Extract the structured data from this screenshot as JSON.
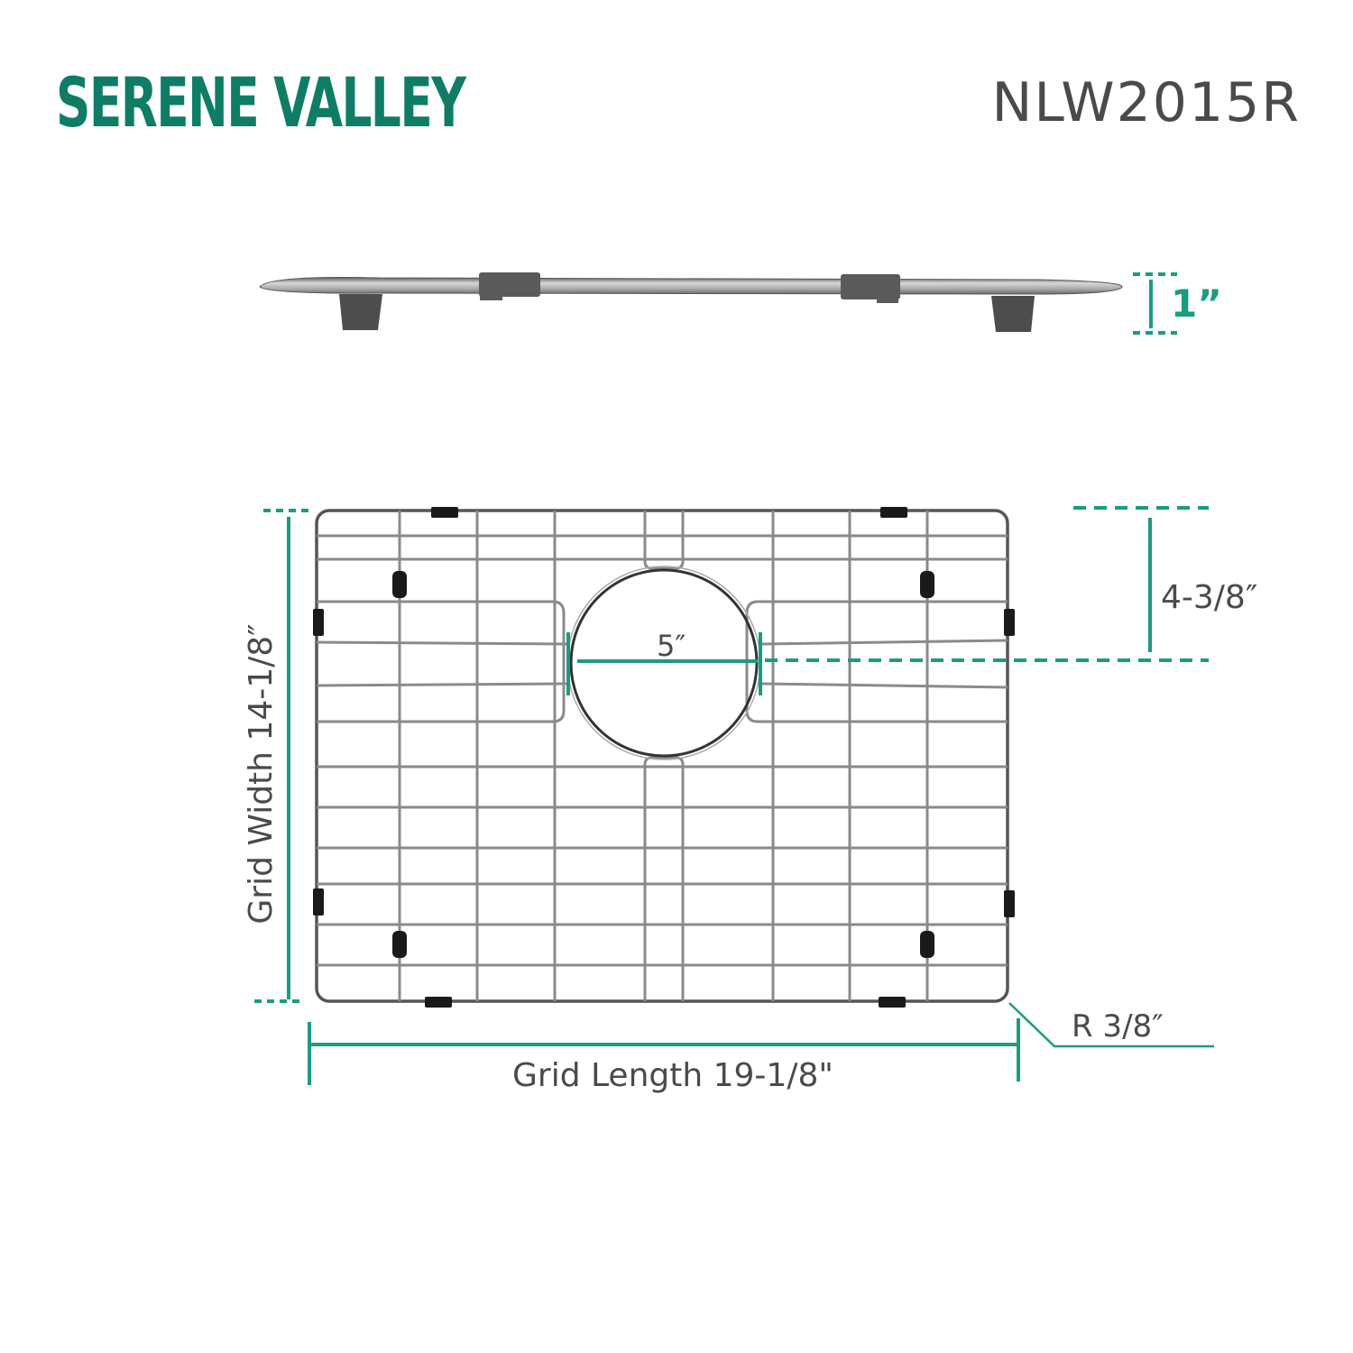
{
  "header": {
    "brand": "SERENE VALLEY",
    "model": "NLW2015R"
  },
  "colors": {
    "brand_green": "#0f7d66",
    "dimension_teal": "#1a9c82",
    "label_gray": "#4a4a4a",
    "wire": "#8a8a8a",
    "rubber_bumper": "#1a1a1a"
  },
  "side_view": {
    "height_label": "1”"
  },
  "top_view": {
    "drain_diameter_label": "5″",
    "drain_offset_label": "4-3/8″",
    "width_label": "Grid Width 14-1/8″",
    "length_label": "Grid Length 19-1/8\"",
    "corner_radius_label": "R 3/8″"
  }
}
